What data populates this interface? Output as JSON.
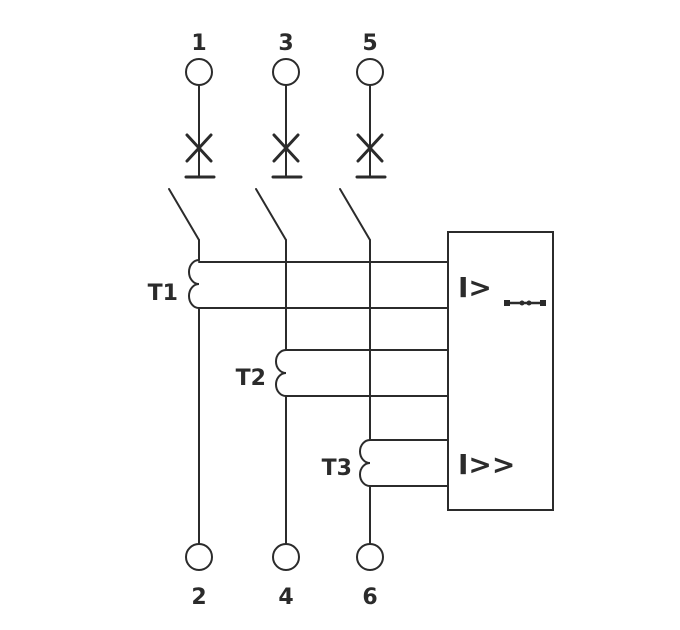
{
  "terminals": {
    "top": [
      "1",
      "3",
      "5"
    ],
    "bottom": [
      "2",
      "4",
      "6"
    ]
  },
  "transformers": [
    "T1",
    "T2",
    "T3"
  ],
  "relay": {
    "overload_label": "I>",
    "short_circuit_label": "I>>"
  },
  "colors": {
    "line": "#2b2b2b",
    "background": "#ffffff"
  }
}
